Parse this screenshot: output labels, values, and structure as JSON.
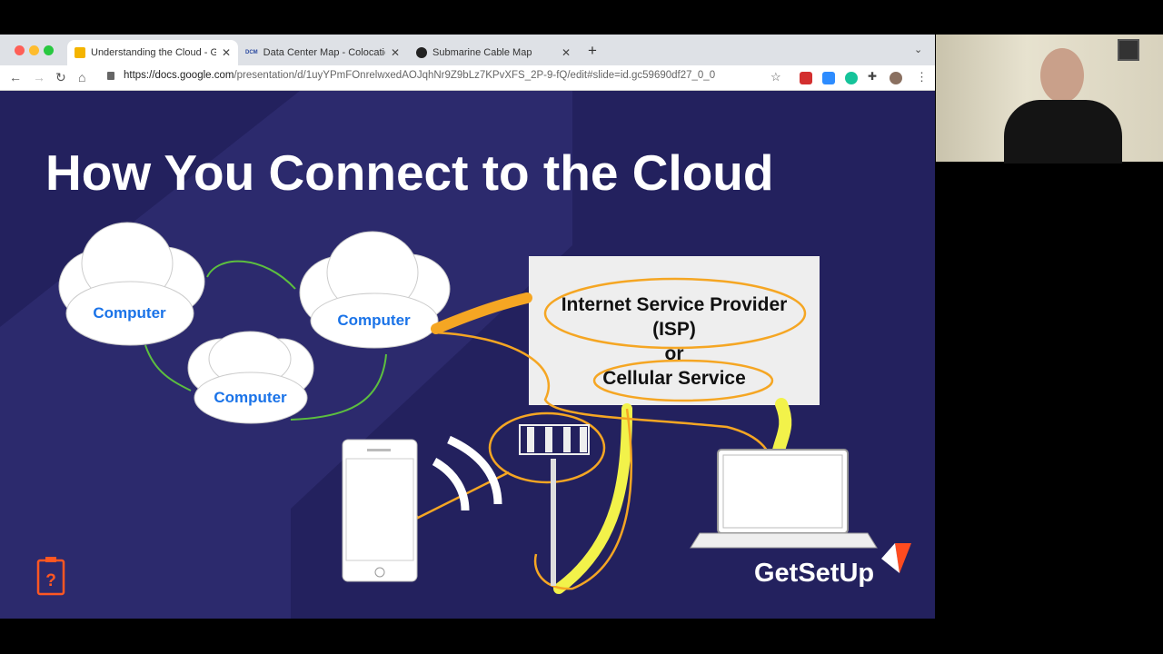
{
  "browser": {
    "tabs": [
      {
        "label": "Understanding the Cloud - Goo",
        "icon": "google-slides-icon",
        "active": true
      },
      {
        "label": "Data Center Map - Colocation,",
        "icon": "dcm-icon"
      },
      {
        "label": "Submarine Cable Map",
        "icon": "globe-icon"
      }
    ],
    "new_tab": "+",
    "url_host": "https://docs.google.com",
    "url_path": "/presentation/d/1uyYPmFOnrelwxedAOJqhNr9Z9bLz7KPvXFS_2P-9-fQ/edit#slide=id.gc59690df27_0_0"
  },
  "slide": {
    "title": "How You Connect to the Cloud",
    "clouds": [
      "Computer",
      "Computer",
      "Computer"
    ],
    "box": {
      "line1": "Internet Service Provider",
      "line2": "(ISP)",
      "line3": "or",
      "line4": "Cellular Service"
    },
    "logo": "GetSetUp",
    "colors": {
      "background": "#23215e",
      "annotation": "#f5a623",
      "highlight": "#f2f24a",
      "logo_accent": "#ff4b1f",
      "cloud_text": "#1a73e8"
    }
  }
}
